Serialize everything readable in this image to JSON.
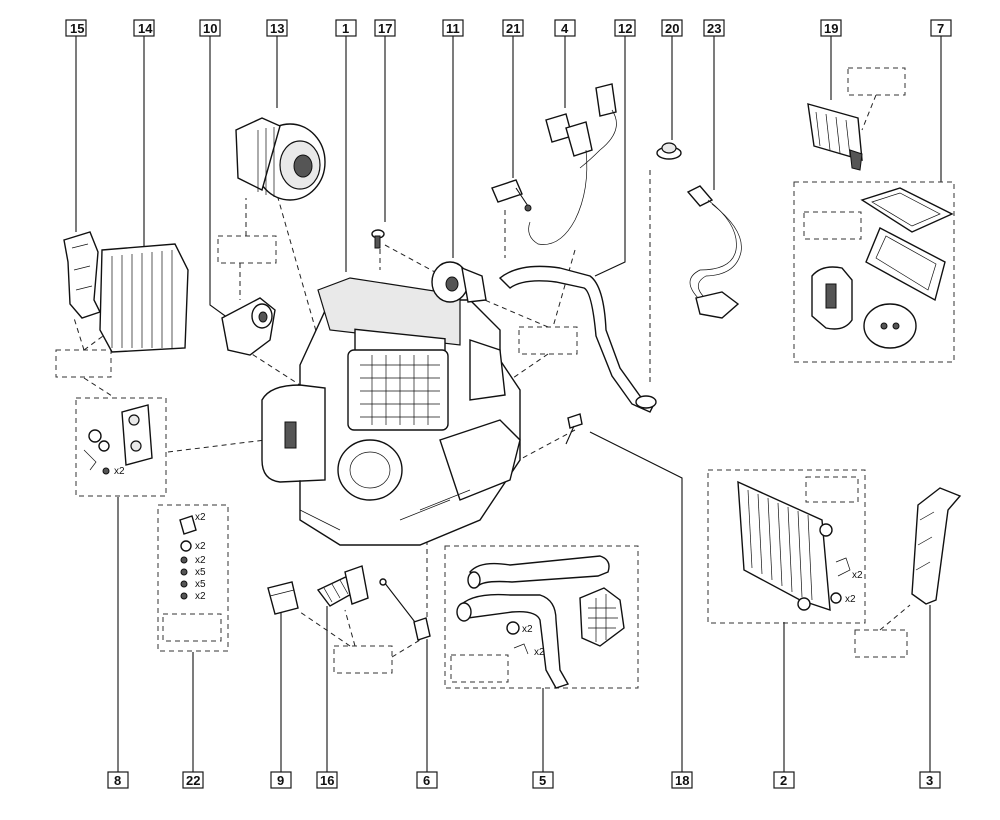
{
  "callouts": [
    {
      "id": "1",
      "label": "1"
    },
    {
      "id": "2",
      "label": "2"
    },
    {
      "id": "3",
      "label": "3"
    },
    {
      "id": "4",
      "label": "4"
    },
    {
      "id": "5",
      "label": "5"
    },
    {
      "id": "6",
      "label": "6"
    },
    {
      "id": "7",
      "label": "7"
    },
    {
      "id": "8",
      "label": "8"
    },
    {
      "id": "9",
      "label": "9"
    },
    {
      "id": "10",
      "label": "10"
    },
    {
      "id": "11",
      "label": "11"
    },
    {
      "id": "12",
      "label": "12"
    },
    {
      "id": "13",
      "label": "13"
    },
    {
      "id": "14",
      "label": "14"
    },
    {
      "id": "15",
      "label": "15"
    },
    {
      "id": "16",
      "label": "16"
    },
    {
      "id": "17",
      "label": "17"
    },
    {
      "id": "18",
      "label": "18"
    },
    {
      "id": "19",
      "label": "19"
    },
    {
      "id": "20",
      "label": "20"
    },
    {
      "id": "21",
      "label": "21"
    },
    {
      "id": "22",
      "label": "22"
    },
    {
      "id": "23",
      "label": "23"
    }
  ],
  "quantities": {
    "clip_x2": "x2",
    "screw_x5": "x5",
    "item8_screw_x2": "x2",
    "item2_clip_x2": "x2",
    "item2_oring_x2": "x2",
    "item5_oring_x2": "x2",
    "item5_clip_x2": "x2"
  },
  "kit22": [
    "x2",
    "x2",
    "x2",
    "x5",
    "x5",
    "x2"
  ]
}
